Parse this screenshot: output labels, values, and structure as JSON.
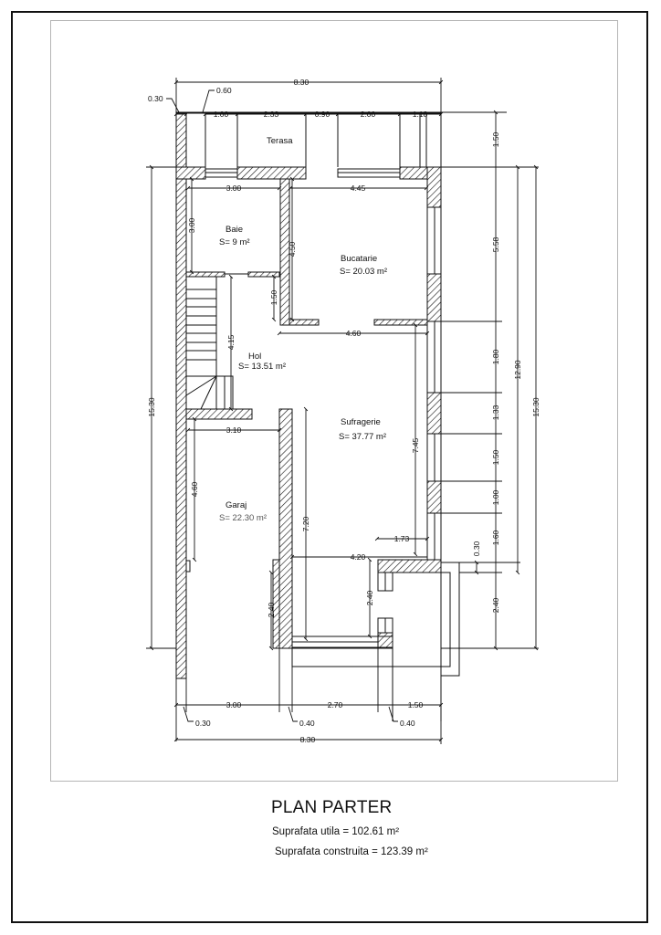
{
  "drawing": {
    "title": "PLAN PARTER",
    "summary": {
      "usable_area": "Suprafata utila = 102.61 m²",
      "built_area": "Suprafata construita = 123.39 m²"
    },
    "rooms": [
      {
        "name": "Terasa",
        "area": ""
      },
      {
        "name": "Baie",
        "area": "S= 9 m²"
      },
      {
        "name": "Bucatarie",
        "area": "S= 20.03 m²"
      },
      {
        "name": "Hol",
        "area": "S= 13.51 m²"
      },
      {
        "name": "Sufragerie",
        "area": "S= 37.77 m²"
      },
      {
        "name": "Garaj",
        "area": "S= 22.30 m²"
      }
    ],
    "dimensions": {
      "top_total": "8.30",
      "top_wall": "0.30",
      "top_offset": "0.60",
      "top_segments": [
        "1.00",
        "2.33",
        "0.90",
        "2.00",
        "1.18"
      ],
      "baie_width": "3.00",
      "bucatarie_width": "4.45",
      "baie_height": "3.00",
      "bucatarie_height": "4.50",
      "hol_door_height": "1.50",
      "hol_height": "4.15",
      "sufragerie_top_width": "4.60",
      "garaj_width": "3.10",
      "garaj_height": "4.60",
      "sufragerie_height": "7.45",
      "sufragerie_lower_height": "7.20",
      "window_offset": "1.73",
      "porch_width": "4.20",
      "porch_left_height": "2.40",
      "porch_inner_height": "2.40",
      "bottom_segments": [
        "3.00",
        "2.70",
        "1.50"
      ],
      "bottom_walls": [
        "0.30",
        "0.40",
        "0.40"
      ],
      "bottom_total": "8.30",
      "left_total": "15.30",
      "right_chain": [
        "1.50",
        "5.58",
        "1.80",
        "1.33",
        "1.50",
        "1.00",
        "1.60",
        "2.40"
      ],
      "right_small": "0.30",
      "right_mid_total": "12.90",
      "right_total": "15.30"
    }
  }
}
